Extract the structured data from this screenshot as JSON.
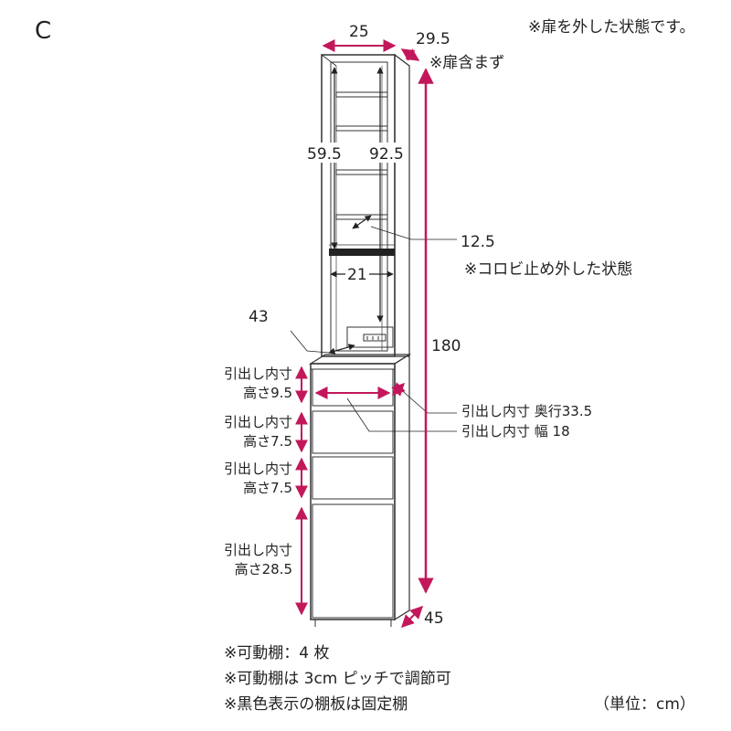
{
  "variant": "C",
  "notes_top": {
    "door_removed": "※扉を外した状態です。",
    "includes_door": "※扉含まず"
  },
  "dimensions": {
    "width": "25",
    "depth": "29.5",
    "inner_height_left": "59.5",
    "inner_height_right": "92.5",
    "shelf_depth": "12.5",
    "inner_width": "21",
    "outlet_height": "43",
    "total_height": "180",
    "bottom_depth": "45"
  },
  "notes_mid": {
    "stopper_removed": "※コロビ止め外した状態"
  },
  "drawers": [
    {
      "line1": "引出し内寸",
      "line2": "高さ9.5"
    },
    {
      "line1": "引出し内寸",
      "line2": "高さ7.5"
    },
    {
      "line1": "引出し内寸",
      "line2": "高さ7.5"
    },
    {
      "line1": "引出し内寸",
      "line2": "高さ28.5"
    }
  ],
  "drawer_inner": {
    "depth": "引出し内寸 奥行33.5",
    "width": "引出し内寸 幅 18"
  },
  "footer_notes": [
    "※可動棚：4 枚",
    "※可動棚は 3cm ピッチで調節可",
    "※黒色表示の棚板は固定棚"
  ],
  "unit_label": "（単位：cm）",
  "colors": {
    "accent": "#c2185b",
    "line": "#333333",
    "fixed_shelf": "#222222"
  }
}
